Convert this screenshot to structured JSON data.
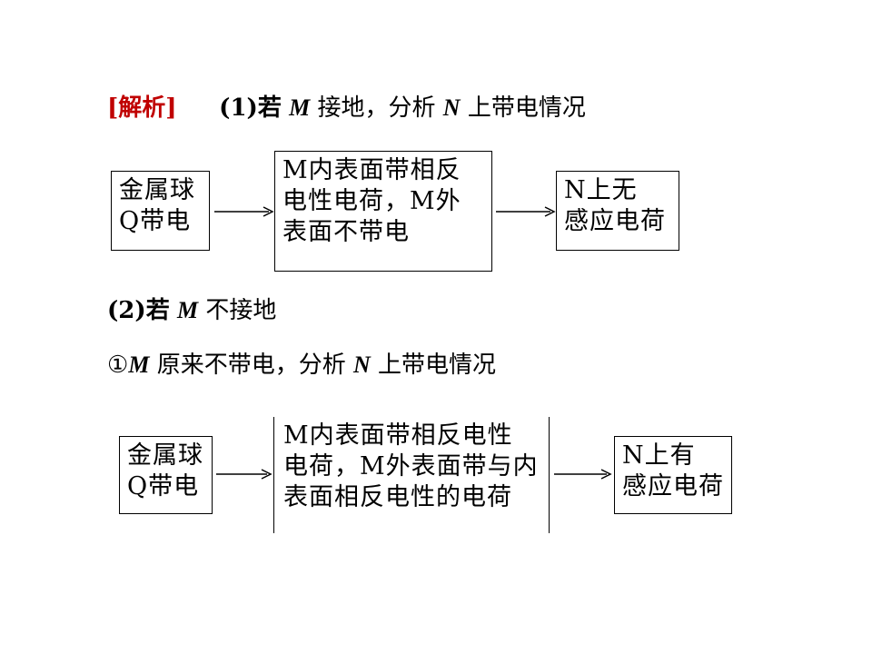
{
  "heading": {
    "tag": "[解析]",
    "part1_prefix": "(1)若",
    "var_m": "M",
    "part1_mid": "接地，分析",
    "var_n": "N",
    "part1_suffix": "上带电情况"
  },
  "flow1": {
    "box_a": [
      "金属球",
      "Q带电"
    ],
    "box_b": [
      "M内表面带相反",
      "电性电荷，M外",
      "表面不带电"
    ],
    "box_c": [
      "N上无",
      "感应电荷"
    ]
  },
  "case2": {
    "prefix": "(2)若",
    "var_m": "M",
    "suffix": "不接地"
  },
  "sub1": {
    "prefix": "①",
    "var_m": "M",
    "mid": "原来不带电，分析",
    "var_n": "N",
    "suffix": "上带电情况"
  },
  "flow2": {
    "box_a": [
      "金属球",
      "Q带电"
    ],
    "box_b": [
      "M内表面带相反电性",
      "电荷，M外表面带与内",
      "表面相反电性的电荷"
    ],
    "box_c": [
      "N上有",
      "感应电荷"
    ]
  }
}
